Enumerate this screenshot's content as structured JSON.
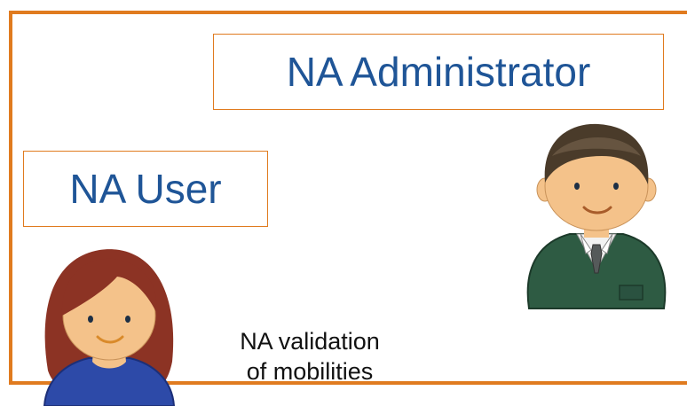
{
  "diagram": {
    "administrator_label": "NA Administrator",
    "user_label": "NA User",
    "caption_line1": "NA validation",
    "caption_line2": "of mobilities"
  },
  "icons": {
    "administrator": "man-avatar-icon",
    "user": "woman-avatar-icon"
  },
  "colors": {
    "frame": "#e07b1f",
    "label_text": "#1f5597"
  }
}
